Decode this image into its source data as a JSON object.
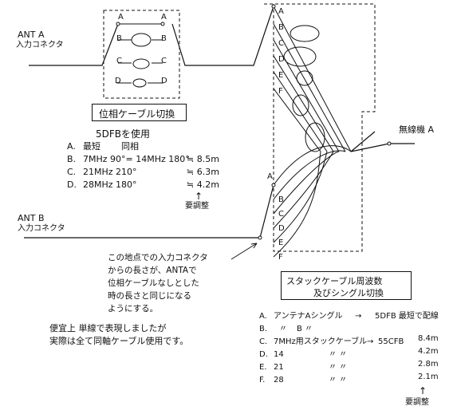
{
  "antenna_a": {
    "name": "ANT A",
    "sub": "入力コネクタ"
  },
  "antenna_b": {
    "name": "ANT B",
    "sub": "入力コネクタ"
  },
  "phase_switch": {
    "ports_left": [
      "A",
      "B",
      "C",
      "D"
    ],
    "ports_right": [
      "A",
      "B",
      "C",
      "D"
    ],
    "title": "位相ケーブル切換"
  },
  "cable_spec": {
    "heading": "5DFBを使用",
    "rows": [
      {
        "key": "A.",
        "text": "最短",
        "value": "同相"
      },
      {
        "key": "B.",
        "text": "7MHz 90°= 14MHz 180°",
        "value": "≒ 8.5m"
      },
      {
        "key": "C.",
        "text": "21MHz 210°",
        "value": "≒ 6.3m"
      },
      {
        "key": "D.",
        "text": "28MHz 180°",
        "value": "≒ 4.2m"
      }
    ],
    "mark": "↑",
    "note": "要調整"
  },
  "stack_switch": {
    "ports_left": [
      "A",
      "B",
      "C",
      "D",
      "E",
      "F"
    ],
    "ports_bottom": [
      "A",
      "B",
      "C",
      "D",
      "E",
      "F"
    ],
    "title_line1": "スタックケーブル周波数",
    "title_line2": "及びシングル切換"
  },
  "radio": {
    "label": "無線機 A"
  },
  "instruction": [
    "この地点での入力コネクタ",
    "からの長さが、ANTAで",
    "位相ケーブルなしとした",
    "時の長さと同じになる",
    "ようにする。"
  ],
  "convenience_note": [
    "便宜上 単線で表現しましたが",
    "実際は全て同軸ケーブル使用です。"
  ],
  "stack_list": [
    {
      "key": "A.",
      "text": "アンテナAシングル",
      "arrow": "→",
      "target": "5DFB 最短で配線",
      "value": ""
    },
    {
      "key": "B.",
      "text": "〃",
      "arrow": "",
      "target": "B 〃",
      "value": ""
    },
    {
      "key": "C.",
      "text": "7MHz用スタックケーブル",
      "arrow": "→",
      "target": "55CFB",
      "value": "8.4m"
    },
    {
      "key": "D.",
      "text": "14",
      "arrow": "",
      "target": "〃   〃",
      "value": "4.2m"
    },
    {
      "key": "E.",
      "text": "21",
      "arrow": "",
      "target": "〃   〃",
      "value": "2.8m"
    },
    {
      "key": "F.",
      "text": "28",
      "arrow": "",
      "target": "〃   〃",
      "value": "2.1m"
    }
  ],
  "stack_adjust": {
    "mark": "↑",
    "note": "要調整"
  }
}
